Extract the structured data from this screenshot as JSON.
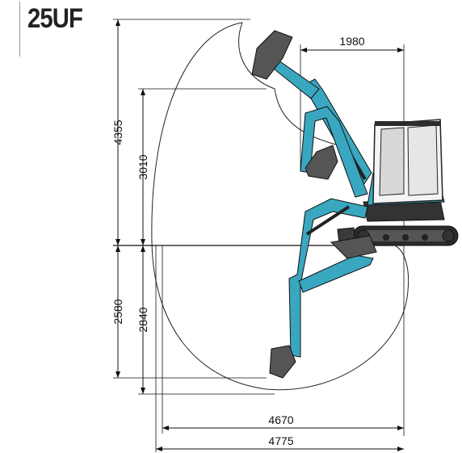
{
  "model": "25UF",
  "dimensions": {
    "max_reach_height": "4355",
    "max_dump_height": "3010",
    "max_dig_depth": "2580",
    "max_dig_depth_2": "2840",
    "front_radius": "1980",
    "reach_ground": "4670",
    "max_reach": "4775"
  },
  "colors": {
    "machine": "#3aa7c0",
    "machine_dark": "#1e6f82",
    "tracks": "#2b2b2b",
    "outline": "#222222",
    "lines": "#111111"
  }
}
